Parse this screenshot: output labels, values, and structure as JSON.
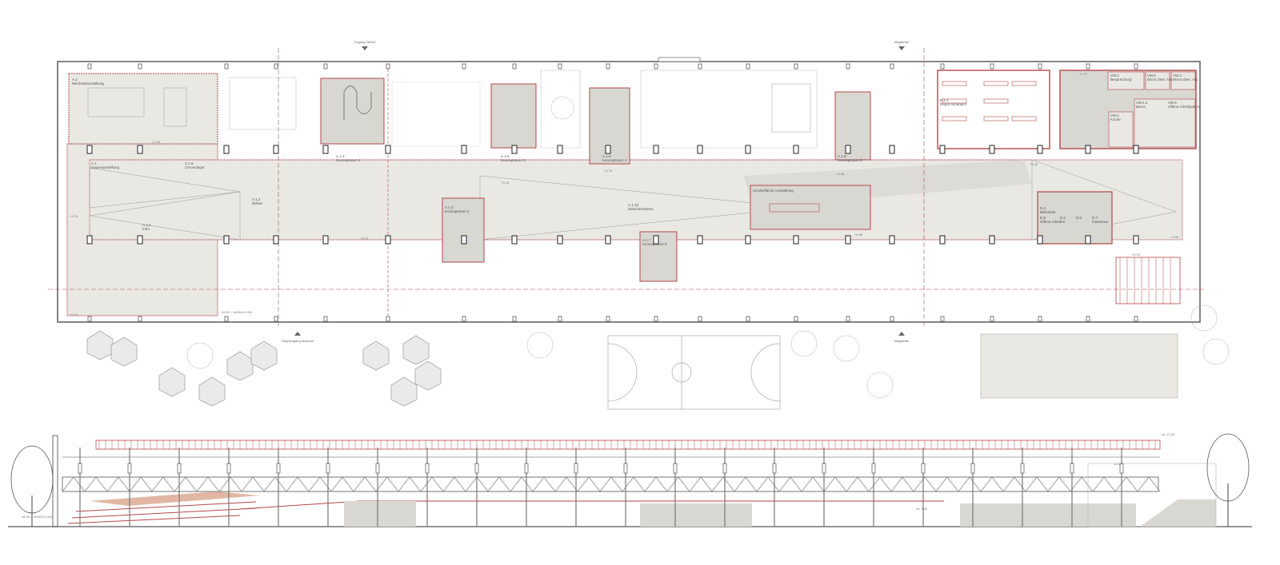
{
  "drawing": {
    "colors": {
      "accent": "#b5474a",
      "floor": "#e9e8e3",
      "room": "#d8d7d2",
      "line": "#777777",
      "wood": "#d9a58c"
    },
    "entrances": [
      {
        "label": "Zugang Osthof",
        "icon": "triangle-down-icon"
      },
      {
        "label": "Magistrale",
        "icon": "triangle-down-icon"
      },
      {
        "label": "Hauptzugang Museum",
        "icon": "triangle-up-icon"
      },
      {
        "label": "Magistrale",
        "icon": "triangle-up-icon"
      }
    ],
    "rooms": {
      "a2": {
        "code": "A.2",
        "name": "Wechselausstellung"
      },
      "a1": {
        "code": "A.1",
        "name": "Dauerausstellung"
      },
      "a16": {
        "code": "A.1.6",
        "name": "Chronologie"
      },
      "a11": {
        "code": "A.1.1",
        "name": "Intro"
      },
      "a12": {
        "code": "A.1.2",
        "name": "Bühne"
      },
      "k1": {
        "code": "A.1.3",
        "name": "Konzeptraum 1"
      },
      "k2": {
        "code": "A.1.4",
        "name": "Konzeptraum 2"
      },
      "k3": {
        "code": "A.1.5",
        "name": "Konzeptraum 3"
      },
      "k4": {
        "code": "A.1.6",
        "name": "Konzeptraum 4"
      },
      "k5": {
        "code": "A.1.7",
        "name": "Konzeptraum 5"
      },
      "k6": {
        "code": "A.1.8",
        "name": "Konzeptraum 6"
      },
      "zw": {
        "code": "A.1.10",
        "name": "Zwischenräume"
      },
      "sonder": {
        "code": "",
        "name": "Sonderfläche Ausstellung"
      },
      "depot": {
        "code": "D.1.2",
        "name": "Depot Almanach"
      },
      "bib": {
        "code": "D.3",
        "name": "Bibliothek"
      },
      "d5": {
        "code": "D.5",
        "name": "Offene Arbeiten"
      },
      "d4": {
        "code": "D.4",
        "name": ""
      },
      "d6": {
        "code": "D.6",
        "name": ""
      },
      "d7": {
        "code": "D.7",
        "name": "Interviews"
      },
      "vw2": {
        "code": "VW.2",
        "name": "Besprechung"
      },
      "vw5": {
        "code": "VW.5",
        "name": "Büros (bes. Art)"
      },
      "vw3": {
        "code": "VW.3",
        "name": "Büros (bes. Art)"
      },
      "vw12": {
        "code": "VW.1.2",
        "name": "Büros"
      },
      "vw6": {
        "code": "VW.6",
        "name": "Offene Arbeitsplätze"
      },
      "vw4": {
        "code": "VW.4",
        "name": "Küche"
      }
    },
    "elevations": {
      "e1": "+0.40",
      "e2": "+3.70",
      "e3": "+3.70",
      "e4": "+3.78",
      "e5": "+3.76",
      "e6": "+3.78",
      "e7": "+4.48",
      "e8": "+4.86",
      "e9": "+4.25",
      "e10": "+4.27",
      "e11": "+4.80",
      "e12": "±0.00",
      "e13": "±0.00 = 46,80m ü.NN",
      "s1": "±0.00 = 46,80m ü.NN",
      "s2": "ca. 12,00",
      "s3": "ca. 3,50",
      "s4": "12,00"
    }
  }
}
